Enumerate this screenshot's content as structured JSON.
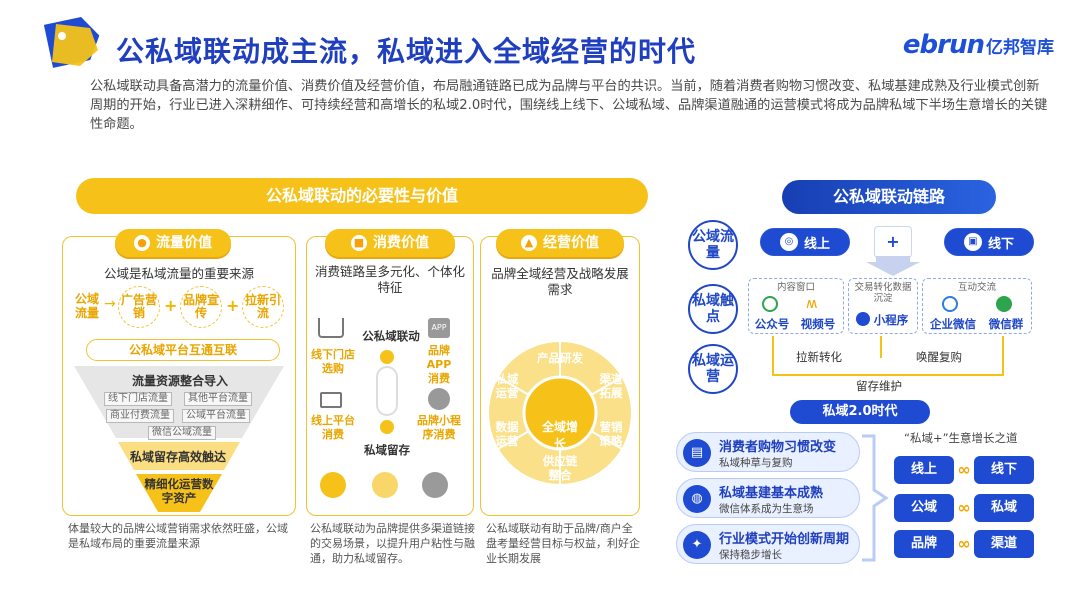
{
  "header": {
    "title": "公私域联动成主流，私域进入全域经营的时代",
    "brand_en": "ebrun",
    "brand_cn": "亿邦智库",
    "intro": "公私域联动具备高潜力的流量价值、消费价值及经营价值，布局融通链路已成为品牌与平台的共识。当前，随着消费者购物习惯改变、私域基建成熟及行业模式创新周期的开始，行业已进入深耕细作、可持续经营和高增长的私域2.0时代，围绕线上线下、公域私域、品牌渠道融通的运营模式将成为品牌私域下半场生意增长的关键性命题。"
  },
  "left": {
    "banner": "公私域联动的必要性与价值",
    "flow": {
      "title": "流量价值",
      "subtitle": "公域是私域流量的重要来源",
      "source": "公域流量",
      "items": [
        "广告营销",
        "品牌宣传",
        "拉新引流"
      ],
      "bar": "公私域平台互通互联",
      "funnel_title": "流量资源整合导入",
      "chips": [
        "线下门店流量",
        "其他平台流量",
        "商业付费流量",
        "公域平台流量",
        "微信公域流量"
      ],
      "stage2": "私域留存高效触达",
      "stage3": "精细化运营数字资产",
      "note": "体量较大的品牌公域营销需求依然旺盛，公域是私域布局的重要流量来源"
    },
    "consume": {
      "title": "消费价值",
      "subtitle": "消费链路呈多元化、个体化特征",
      "top": "公私域联动",
      "bottom": "私域留存",
      "left1": "线下门店选购",
      "left2": "线上平台消费",
      "right1": "品牌APP消费",
      "right2": "品牌小程序消费",
      "note": "公私域联动为品牌提供多渠道链接的交易场景，以提升用户粘性与融通，助力私域留存。"
    },
    "ops": {
      "title": "经营价值",
      "subtitle": "品牌全域经营及战略发展需求",
      "center": "全域增长",
      "segments": [
        "产品研发",
        "渠道拓展",
        "营销策略",
        "供应链整合",
        "数据运营",
        "私域运营"
      ],
      "note": "公私域联动有助于品牌/商户全盘考量经营目标与权益，利好企业长期发展"
    }
  },
  "right": {
    "banner": "公私域联动链路",
    "rows": [
      "公域流量",
      "私域触点",
      "私域运营"
    ],
    "online": "线上",
    "offline": "线下",
    "plus": "+",
    "box1_title": "内容窗口",
    "box1_items": [
      "公众号",
      "视频号"
    ],
    "box2_title": "交易转化数据沉淀",
    "box2_items": [
      "小程序"
    ],
    "box3_title": "互动交流",
    "box3_items": [
      "企业微信",
      "微信群"
    ],
    "loop": [
      "拉新转化",
      "唤醒复购",
      "留存维护"
    ],
    "section": "私域2.0时代",
    "trends": [
      {
        "title": "消费者购物习惯改变",
        "sub": "私域种草与复购"
      },
      {
        "title": "私域基建基本成熟",
        "sub": "微信体系成为生意场"
      },
      {
        "title": "行业模式开始创新周期",
        "sub": "保持稳步增长"
      }
    ],
    "pair_title": "“私域+”生意增长之道",
    "pairs": [
      {
        "a": "线上",
        "b": "线下"
      },
      {
        "a": "公域",
        "b": "私域"
      },
      {
        "a": "品牌",
        "b": "渠道"
      }
    ]
  },
  "colors": {
    "yellow": "#f6c21a",
    "blue": "#1e4bd1"
  }
}
